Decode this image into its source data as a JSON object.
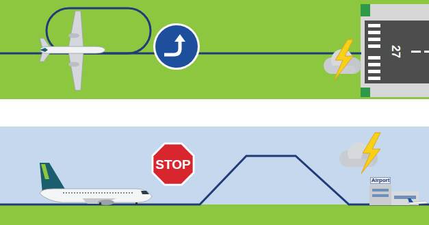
{
  "diagram": {
    "nodes": [
      {
        "text": [
          "27"
        ]
      },
      {
        "text": [
          "STOP"
        ]
      },
      {
        "text": [
          "Airport"
        ]
      }
    ]
  }
}
